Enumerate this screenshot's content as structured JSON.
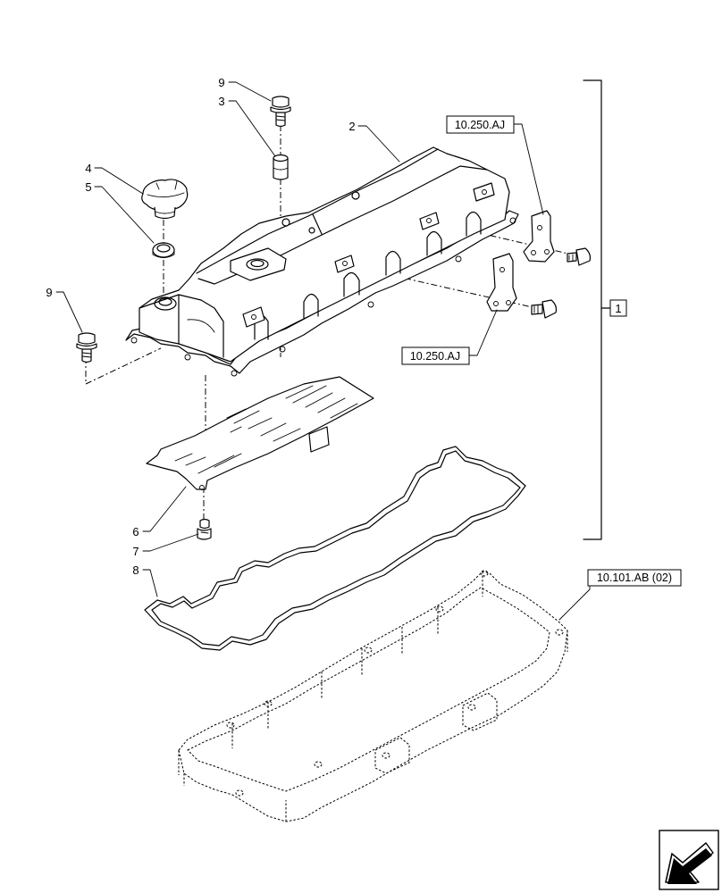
{
  "callouts": {
    "c9a": "9",
    "c3": "3",
    "c2": "2",
    "c4": "4",
    "c5": "5",
    "c9b": "9",
    "c6": "6",
    "c7": "7",
    "c8": "8"
  },
  "references": {
    "ref_bracket_upper": "10.250.AJ",
    "ref_bracket_lower": "10.250.AJ",
    "ref_head": "10.101.AB (02)",
    "assembly_box": "1"
  },
  "icons": {
    "nav": "next-page-arrow-icon"
  }
}
